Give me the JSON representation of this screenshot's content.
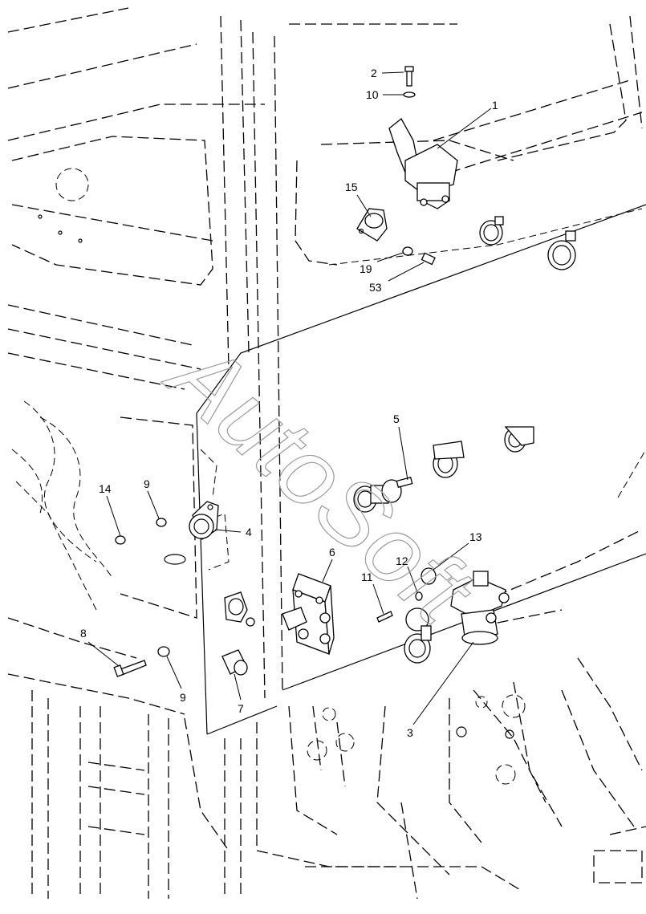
{
  "watermark": "AutoSoft",
  "callouts": {
    "c1": "1",
    "c2": "2",
    "c3": "3",
    "c4": "4",
    "c5": "5",
    "c6": "6",
    "c7": "7",
    "c8": "8",
    "c9a": "9",
    "c9b": "9",
    "c10": "10",
    "c11": "11",
    "c12": "12",
    "c13": "13",
    "c14": "14",
    "c15": "15",
    "c19": "19",
    "c53": "53"
  }
}
